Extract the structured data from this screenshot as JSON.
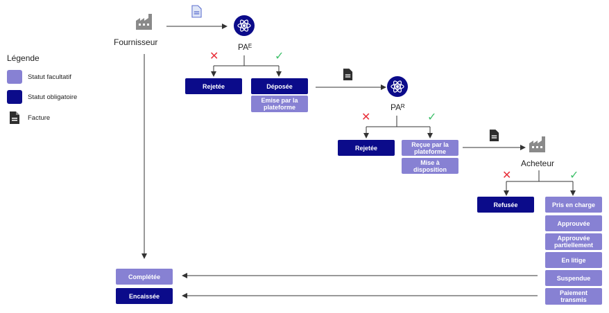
{
  "legend": {
    "title": "Légende",
    "optional": "Statut facultatif",
    "mandatory": "Statut obligatoire",
    "invoice": "Facture"
  },
  "actors": {
    "supplier": "Fournisseur",
    "pa_e": "PAᴱ",
    "pa_r": "PAᴿ",
    "buyer": "Acheteur"
  },
  "marks": {
    "reject": "✕",
    "accept": "✓"
  },
  "statuses": {
    "e_rejected": "Rejetée",
    "e_deposited": "Déposée",
    "e_emitted": "Emise par la plateforme",
    "r_rejected": "Rejetée",
    "r_received": "Reçue par la plateforme",
    "r_available": "Mise à disposition",
    "b_refused": "Refusée",
    "b_taken": "Pris en charge",
    "b_approved": "Approuvée",
    "b_partial": "Approuvée partiellement",
    "b_dispute": "En litige",
    "b_suspended": "Suspendue",
    "b_paid": "Paiement transmis",
    "s_completed": "Complétée",
    "s_collected": "Encaissée"
  },
  "colors": {
    "mandatory": "#0b0b8a",
    "optional": "#8781d3",
    "reject": "#e8303a",
    "accept": "#3fc06a"
  }
}
